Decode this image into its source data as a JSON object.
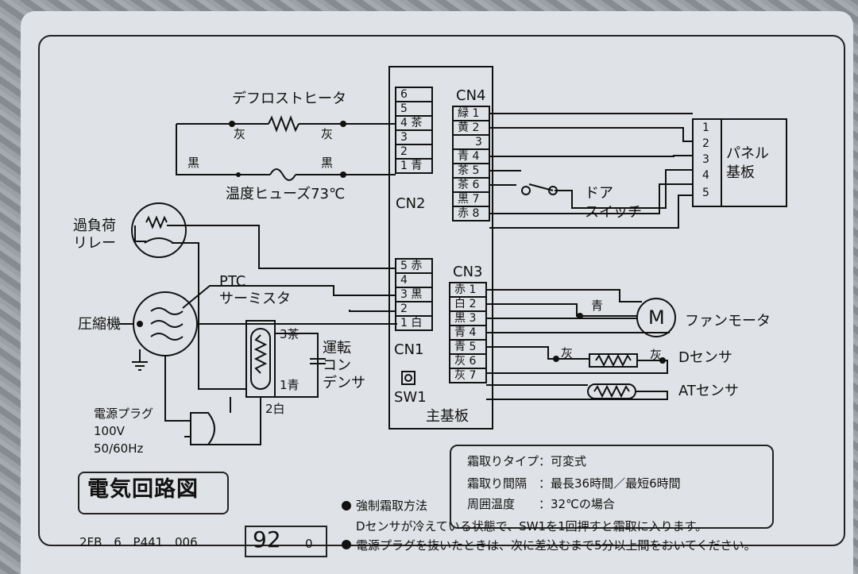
{
  "title": "電気回路図",
  "components": {
    "defrost_heater": "デフロストヒータ",
    "thermal_fuse": "温度ヒューズ73℃",
    "overload_relay": "過負荷\nリレー",
    "compressor": "圧縮機",
    "ptc_thermistor": "PTC\nサーミスタ",
    "run_capacitor": "運転\nコン\nデンサ",
    "power_plug": "電源プラグ\n100V\n50/60Hz",
    "door_switch": "ドア\nスイッチ",
    "panel_board": "パネル\n基板",
    "fan_motor": "ファンモータ",
    "fan_motor_symbol": "M",
    "d_sensor": "Dセンサ",
    "at_sensor": "ATセンサ",
    "main_board": "主基板",
    "sw1": "SW1"
  },
  "connectors": {
    "cn1": "CN1",
    "cn2": "CN2",
    "cn3": "CN3",
    "cn4": "CN4"
  },
  "wire_colors": {
    "gray": "灰",
    "black": "黒",
    "blue": "青",
    "white_2": "2白",
    "brown_3": "3茶",
    "blue_1": "1青"
  },
  "cn2_pins": [
    "6",
    "5",
    "4 茶",
    "3",
    "2",
    "1 青"
  ],
  "cn1_pins": [
    "5 赤",
    "4",
    "3 黒",
    "2",
    "1 白"
  ],
  "cn4_pins": [
    "緑 1",
    "黄 2",
    "3",
    "青 4",
    "茶 5",
    "茶 6",
    "黒 7",
    "赤 8"
  ],
  "cn3_pins": [
    "赤 1",
    "白 2",
    "黒 3",
    "青 4",
    "青 5",
    "灰 6",
    "灰 7"
  ],
  "panel_pins": [
    "1",
    "2",
    "3",
    "4",
    "5"
  ],
  "info": {
    "line1": "霜取りタイプ：可変式",
    "line2": "霜取り間隔　：最長36時間／最短6時間",
    "line3": "周囲温度　　：32℃の場合"
  },
  "notes": {
    "forced_title": "強制霜取方法",
    "forced_text": "Dセンサが冷えている状態で、SW1を1回押すと霜取に入ります。",
    "plug_text": "電源プラグを抜いたときは、次に差込むまで5分以上間をおいてください。"
  },
  "footer": {
    "code": "2FB 6 P441 006",
    "big": "92",
    "small": "0"
  }
}
